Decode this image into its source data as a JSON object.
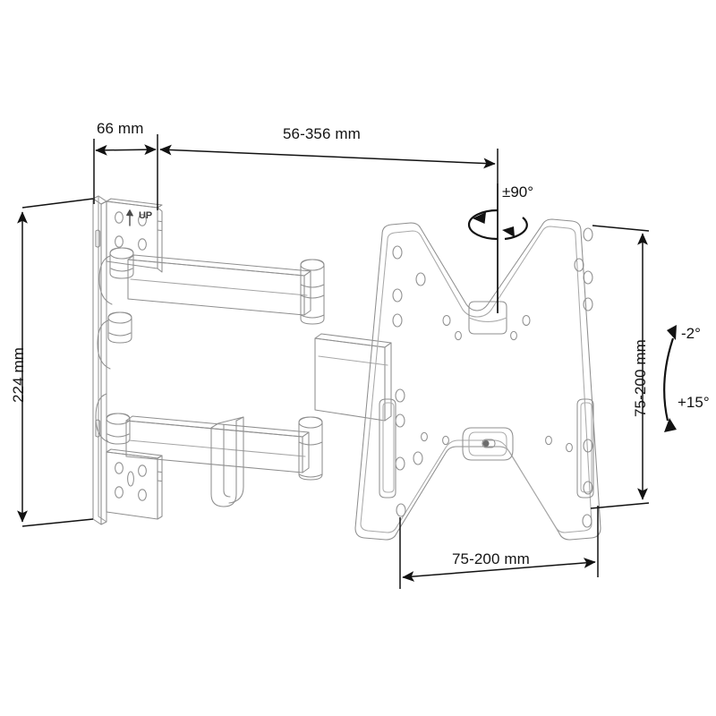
{
  "diagram": {
    "type": "technical-drawing",
    "subject": "Articulating TV wall mount bracket",
    "line_color": "#1a1a1a",
    "part_outline_color": "#8c8c8c",
    "background": "#ffffff"
  },
  "dimensions": {
    "wall_plate_depth": "66 mm",
    "extension_range": "56-356 mm",
    "wall_plate_height": "224 mm",
    "vesa_height": "75-200 mm",
    "vesa_width": "75-200 mm"
  },
  "angles": {
    "swivel": "±90°",
    "tilt_up": "-2°",
    "tilt_down": "+15°"
  },
  "markings": {
    "orientation": "UP"
  }
}
